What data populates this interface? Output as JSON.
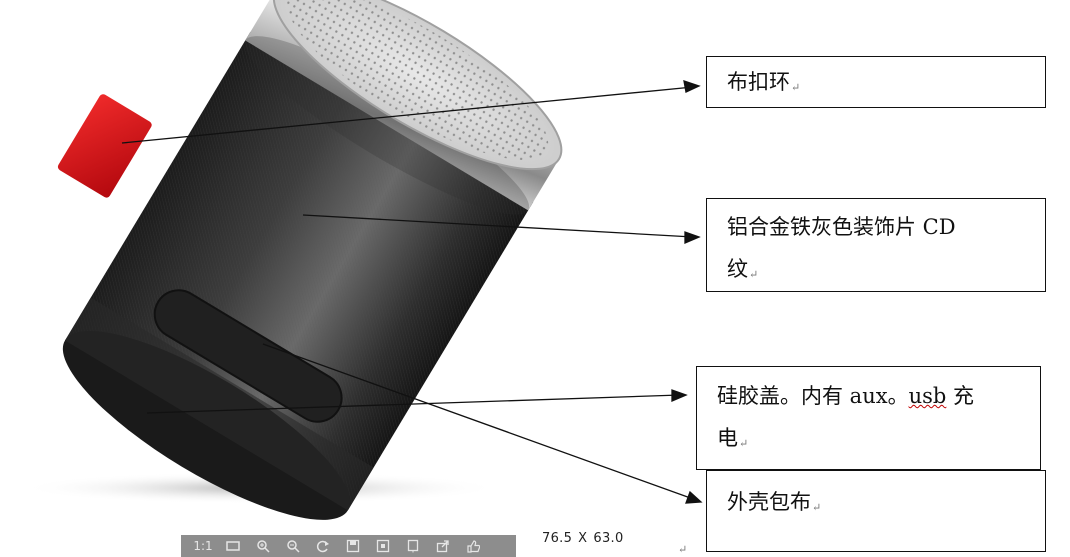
{
  "callouts": {
    "fabric_loop": "布扣环",
    "alu_plate_1": "铝合金铁灰色装饰片 CD",
    "alu_plate_2": "纹",
    "silicone_1a": "硅胶盖。内有 aux。",
    "silicone_1b": "usb",
    "silicone_1c": " 充",
    "silicone_2": "电",
    "shell_fabric": "外壳包布"
  },
  "paragraph_mark": "↵",
  "viewer": {
    "toolbar": {
      "actual_size_label": "1:1",
      "icons": [
        "fit-screen-icon",
        "zoom-in-icon",
        "zoom-out-icon",
        "rotate-icon",
        "save-icon",
        "fullscreen-icon",
        "slideshow-icon",
        "share-icon",
        "like-icon"
      ]
    },
    "size_width": "76.5",
    "size_x": "X",
    "size_height": "63.0"
  },
  "colors": {
    "strap_red": "#d4141c",
    "aluminum_top": "#d9d9d9",
    "body_fabric": "#3a3a3a",
    "toolbar_bg": "#8d8d8d"
  }
}
